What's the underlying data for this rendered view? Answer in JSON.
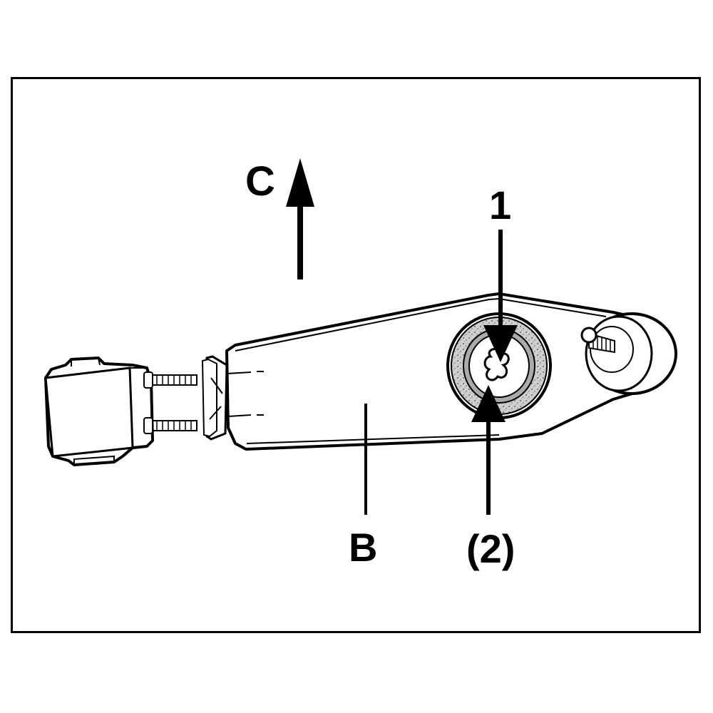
{
  "labels": {
    "c": "C",
    "one": "1",
    "b": "B",
    "two": "(2)"
  },
  "colors": {
    "line": "#000000",
    "ring_fill": "#c8c8c8",
    "ring_inner": "#aaaaaa",
    "background": "#ffffff"
  }
}
